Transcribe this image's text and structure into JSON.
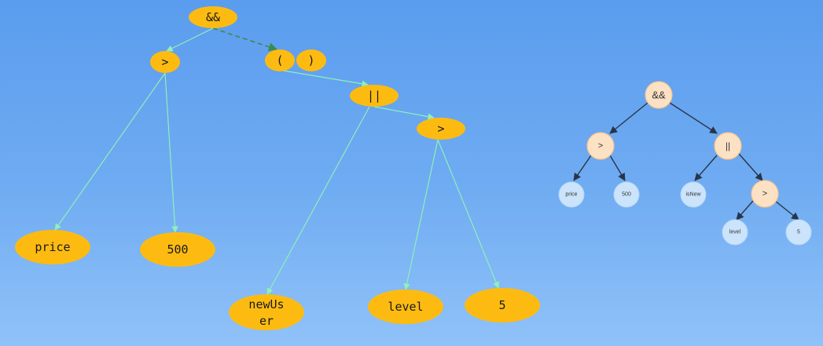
{
  "left_tree": {
    "nodes": {
      "and": "&&",
      "gt1": ">",
      "lparen": "(",
      "rparen": ")",
      "or": "||",
      "gt2": ">",
      "price": "price",
      "n500": "500",
      "newUser_line1": "newUs",
      "newUser_line2": "er",
      "level": "level",
      "n5": "5"
    },
    "colors": {
      "node": "#fdbb12",
      "edge": "#8ff0b8",
      "dashed_edge": "#3f8a4a"
    }
  },
  "right_tree": {
    "nodes": {
      "and": "&&",
      "gt1": ">",
      "or": "||",
      "price": "price",
      "n500": "500",
      "isNew": "isNew",
      "gt2": ">",
      "level": "level",
      "n5": "5"
    },
    "colors": {
      "operator": "#fde1c4",
      "operand": "#cbe4fb",
      "edge": "#283548"
    }
  }
}
